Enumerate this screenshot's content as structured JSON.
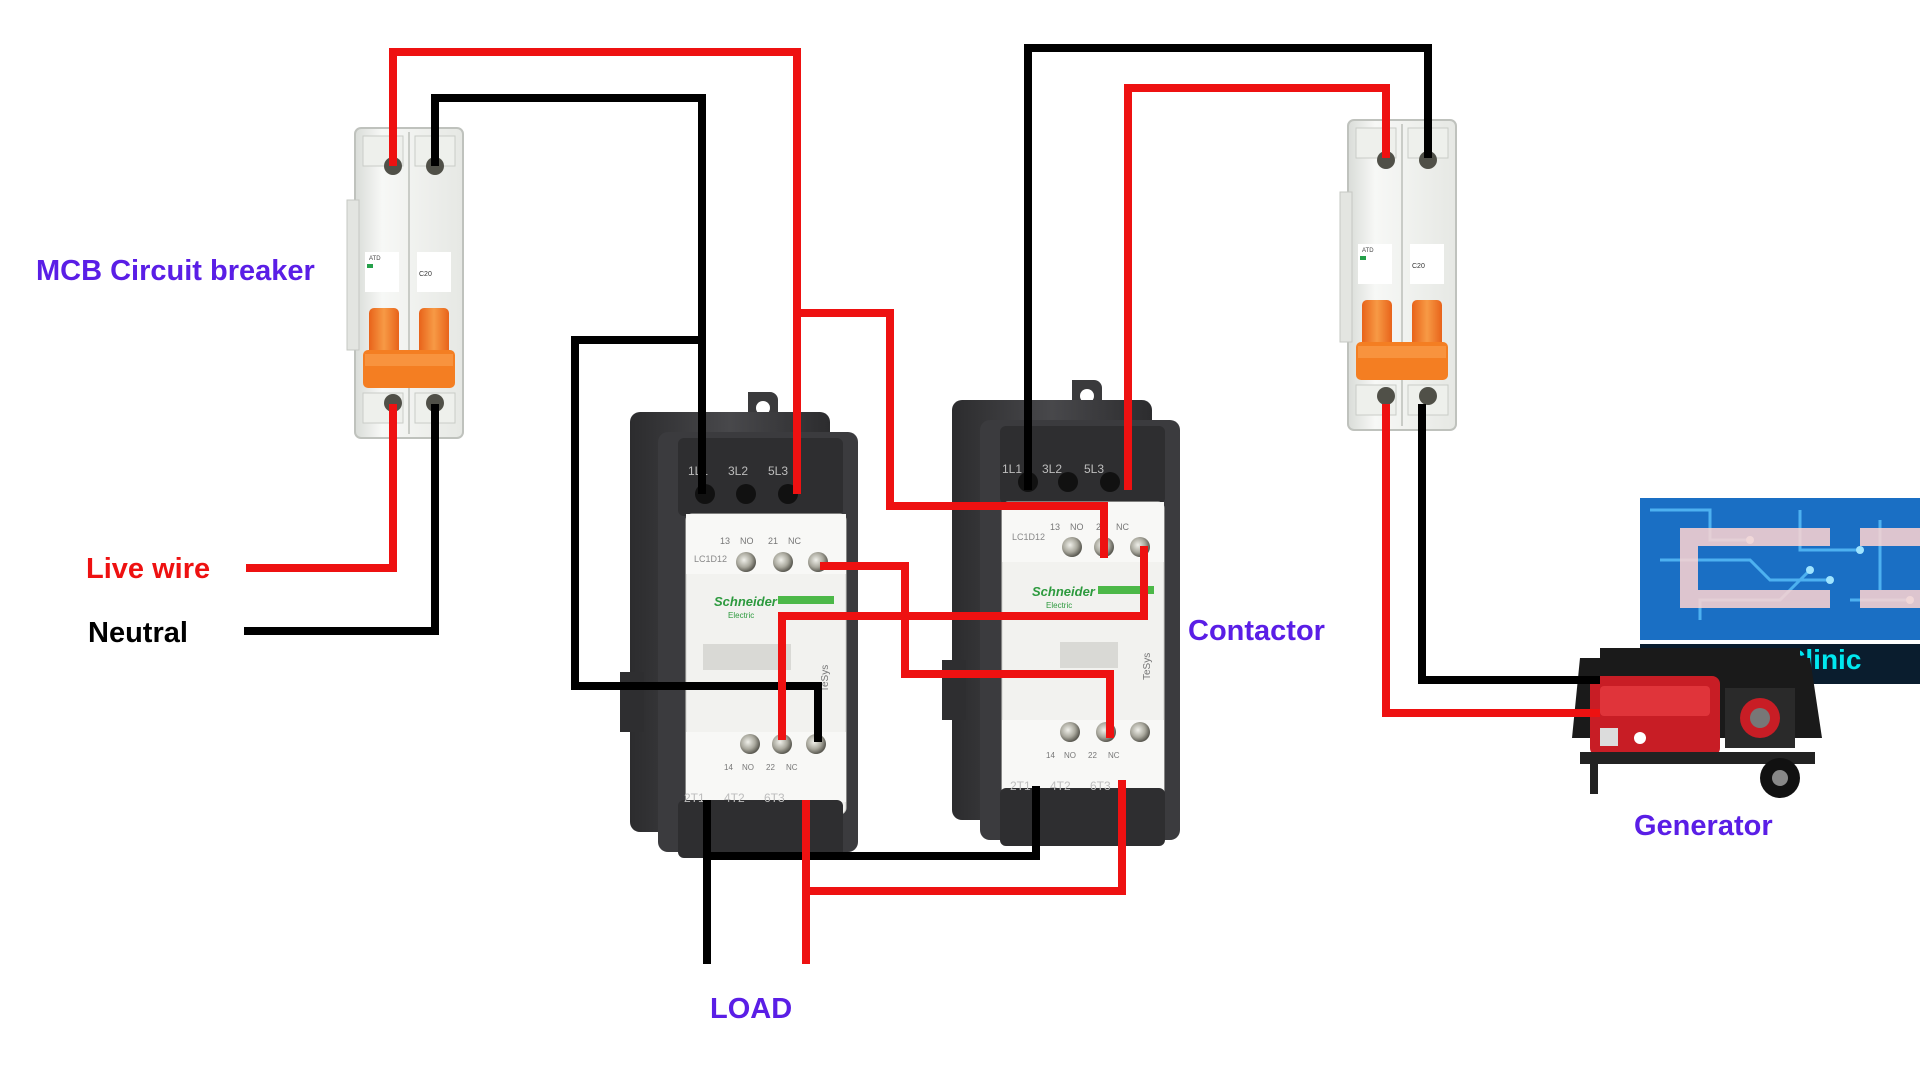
{
  "labels": {
    "mcb": "MCB Circuit breaker",
    "live": "Live wire",
    "neutral": "Neutral",
    "contactor": "Contactor",
    "load": "LOAD",
    "generator": "Generator"
  },
  "device_markings": {
    "contactor_brand": "Schneider",
    "contactor_brand_sub": "Electric",
    "contactor_series": "TeSys",
    "contactor_model": "LC1D12",
    "top_terminals": [
      "1L1",
      "3L2",
      "5L3"
    ],
    "bottom_terminals": [
      "2T1",
      "4T2",
      "6T3"
    ],
    "aux_terms": [
      "13",
      "NO",
      "21",
      "NC"
    ],
    "aux_terms_bottom": [
      "14",
      "NO",
      "22",
      "NC"
    ],
    "mcb_rating": "C20"
  },
  "logo": {
    "text": "Electronic Clinic"
  },
  "colors": {
    "live_wire": "#ee1111",
    "neutral_wire": "#000000",
    "label_accent": "#5a1ee6",
    "breaker_handle": "#f37a1f",
    "contactor_body": "#3b3b3d",
    "contactor_face": "#f2f2ef",
    "logo_bg": "#1a6fc4",
    "logo_text": "#00e8f0"
  }
}
